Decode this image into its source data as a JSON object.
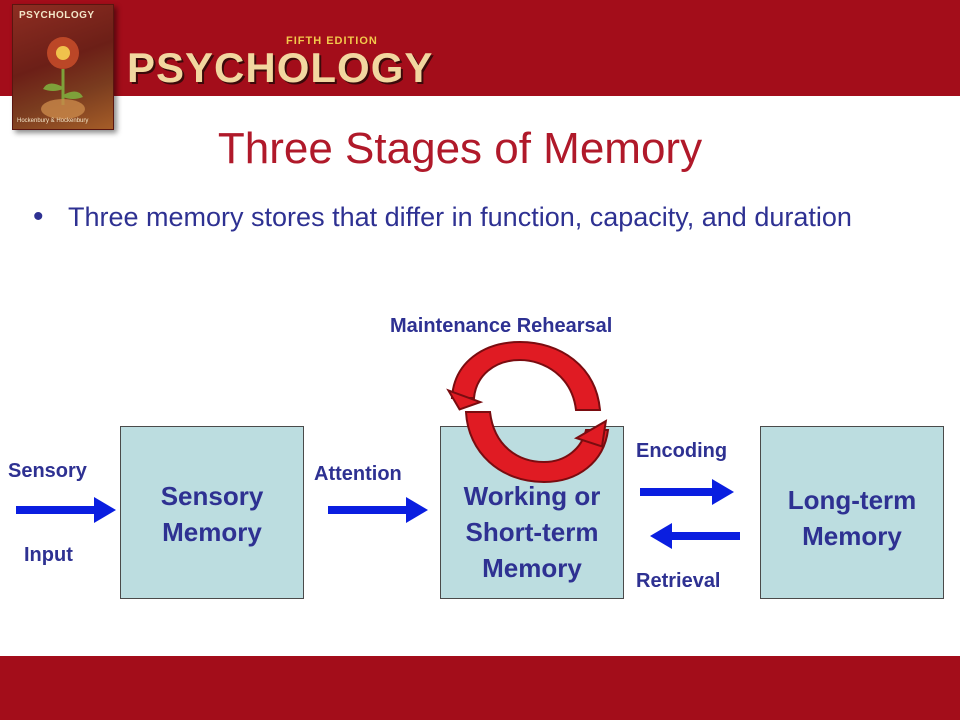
{
  "header": {
    "cover_title": "PSYCHOLOGY",
    "cover_authors": "Hockenbury & Hockenbury",
    "edition": "FIFTH EDITION",
    "book_title": "PSYCHOLOGY"
  },
  "slide": {
    "title": "Three Stages of Memory",
    "bullet_symbol": "•",
    "bullet": "Three memory stores that differ in function, capacity, and duration"
  },
  "diagram": {
    "sensory_box": {
      "line1": "Sensory",
      "line2": "Memory"
    },
    "working_box": {
      "line1": "Working or",
      "line2": "Short-term",
      "line3": "Memory"
    },
    "longterm_box": {
      "line1": "Long-term",
      "line2": "Memory"
    },
    "input_label_top": "Sensory",
    "input_label_bottom": "Input",
    "attention_label": "Attention",
    "encoding_label": "Encoding",
    "retrieval_label": "Retrieval",
    "rehearsal_label": "Maintenance Rehearsal"
  },
  "colors": {
    "header_band": "#a30d1a",
    "title": "#b0192a",
    "text_blue": "#2e3192",
    "box_fill": "#bcdde0",
    "arrow_blue": "#0a1ee0",
    "loop_red": "#e01b23"
  },
  "icons": [
    "book-cover",
    "right-arrow",
    "left-arrow",
    "circular-arrow"
  ]
}
